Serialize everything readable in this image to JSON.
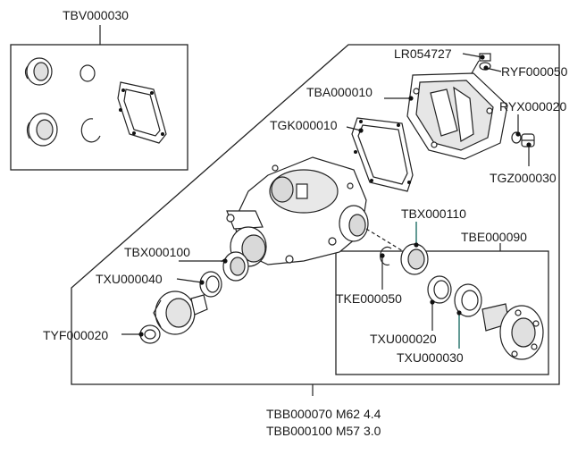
{
  "parts": {
    "kit_seals": "TBV000030",
    "bolt": "LR054727",
    "washer_nut": "RYF000050",
    "cover": "TBA000010",
    "cover_seal": "RYX000020",
    "gasket": "TGK000010",
    "plug": "TGZ000030",
    "seal_right_upper": "TBX000110",
    "flange_kit": "TBE000090",
    "seal_left": "TBX000100",
    "oring_left": "TXU000040",
    "circlip": "TKE000050",
    "input_nut": "TYF000020",
    "ring_a": "TXU000020",
    "ring_b": "TXU000030"
  },
  "assembly": {
    "line1": "TBB000070 M62 4.4",
    "line2": "TBB000100 M57 3.0"
  },
  "colors": {
    "line": "#222222",
    "teal": "#1f6f66",
    "fill": "#ffffff",
    "shade": "#d9d9d9"
  }
}
